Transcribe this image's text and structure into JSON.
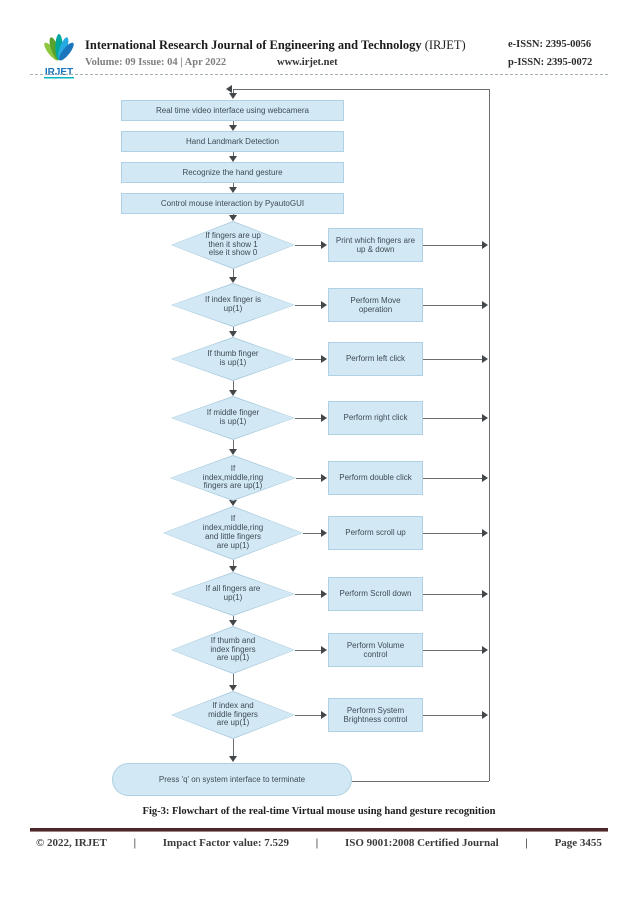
{
  "header": {
    "logo_text": "IRJET",
    "title_main": "International Research Journal of Engineering and Technology",
    "title_suffix": " (IRJET)",
    "volume_line": "Volume: 09 Issue: 04 | Apr 2022",
    "website": "www.irjet.net",
    "eissn": "e-ISSN: 2395-0056",
    "pissn": "p-ISSN: 2395-0072"
  },
  "flowchart": {
    "process_steps": [
      "Real time video interface using webcamera",
      "Hand Landmark Detection",
      "Recognize the hand gesture",
      "Control mouse interaction by PyautoGUI"
    ],
    "decision_rows": [
      {
        "condition": "If fingers are up\nthen it show 1\nelse it show 0",
        "action": "Print which fingers are\nup & down"
      },
      {
        "condition": "If index finger is\nup(1)",
        "action": "Perform Move\noperation"
      },
      {
        "condition": "If thumb finger\nis up(1)",
        "action": "Perform left click"
      },
      {
        "condition": "If middle finger\nis up(1)",
        "action": "Perform right click"
      },
      {
        "condition": "If\nindex,middle,ring\nfingers are up(1)",
        "action": "Perform double click"
      },
      {
        "condition": "If\nindex,middle,ring\nand little fingers\nare up(1)",
        "action": "Perform scroll up"
      },
      {
        "condition": "If all fingers are\nup(1)",
        "action": "Perform Scroll down"
      },
      {
        "condition": "If thumb and\nindex fingers\nare up(1)",
        "action": "Perform Volume\ncontrol"
      },
      {
        "condition": "If index and\nmiddle fingers\nare up(1)",
        "action": "Perform System\nBrightness control"
      }
    ],
    "terminator": "Press 'q' on system interface to terminate",
    "colors": {
      "shape_fill": "#d2e9f5",
      "shape_border": "#b0d1e3",
      "line": "#6a6d70",
      "text": "#3e4a54"
    }
  },
  "caption": {
    "label": "Fig-3:",
    "text": "Flowchart of the real-time Virtual mouse using hand gesture recognition"
  },
  "footer": {
    "copyright": "© 2022, IRJET",
    "sep": "|",
    "impact": "Impact Factor value: 7.529",
    "iso": "ISO 9001:2008 Certified Journal",
    "page": "Page 3455"
  }
}
